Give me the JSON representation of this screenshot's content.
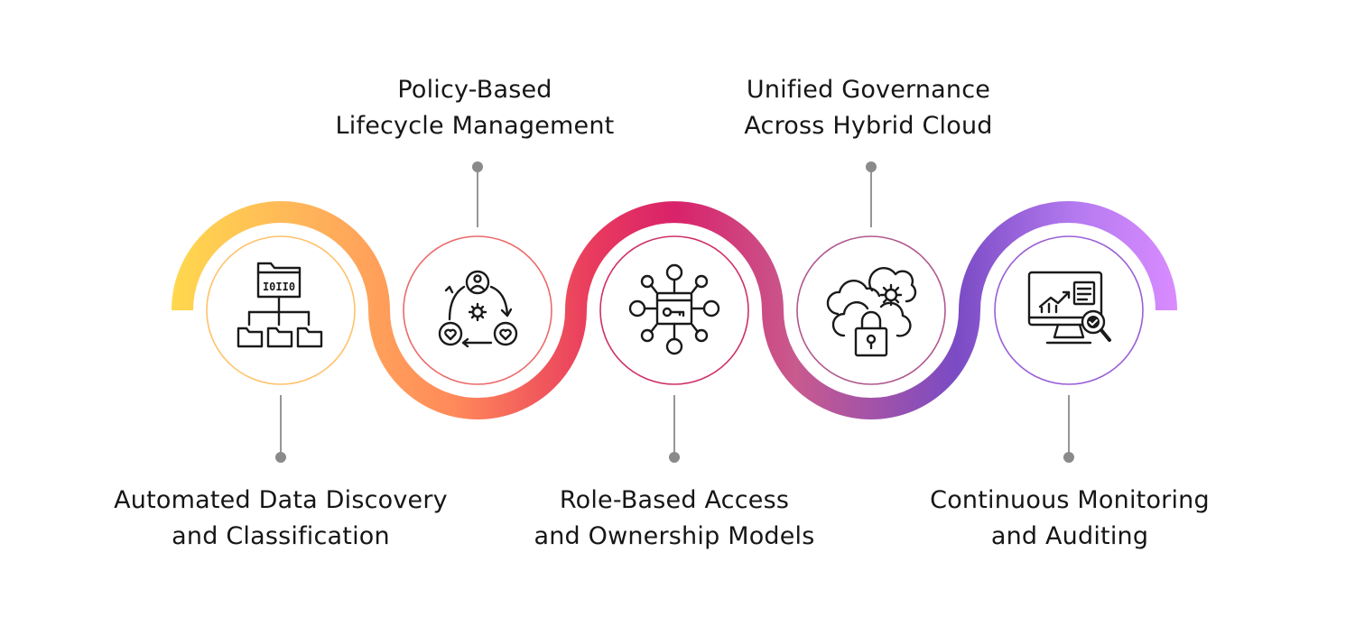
{
  "steps": [
    {
      "id": "automated-data-discovery",
      "position": "bottom",
      "title_lines": [
        "Automated Data Discovery",
        "and Classification"
      ],
      "icon": "folder-tree-binary-icon"
    },
    {
      "id": "policy-based-lifecycle",
      "position": "top",
      "title_lines": [
        "Policy-Based",
        "Lifecycle Management"
      ],
      "icon": "lifecycle-cycle-icon"
    },
    {
      "id": "role-based-access",
      "position": "bottom",
      "title_lines": [
        "Role-Based Access",
        "and Ownership Models"
      ],
      "icon": "access-network-key-icon"
    },
    {
      "id": "unified-governance",
      "position": "top",
      "title_lines": [
        "Unified Governance",
        "Across Hybrid Cloud"
      ],
      "icon": "cloud-lock-gear-icon"
    },
    {
      "id": "continuous-monitoring",
      "position": "bottom",
      "title_lines": [
        "Continuous Monitoring",
        "and Auditing"
      ],
      "icon": "monitor-audit-magnifier-icon"
    }
  ],
  "colors": {
    "gradient": [
      "#ffd84d",
      "#ff9a5a",
      "#f15a6a",
      "#d9226a",
      "#c24d8a",
      "#7a4bc4",
      "#b57af0",
      "#d98cff"
    ],
    "connector": "#8a8a8a",
    "text": "#161616",
    "icon": "#1a1a1a"
  }
}
